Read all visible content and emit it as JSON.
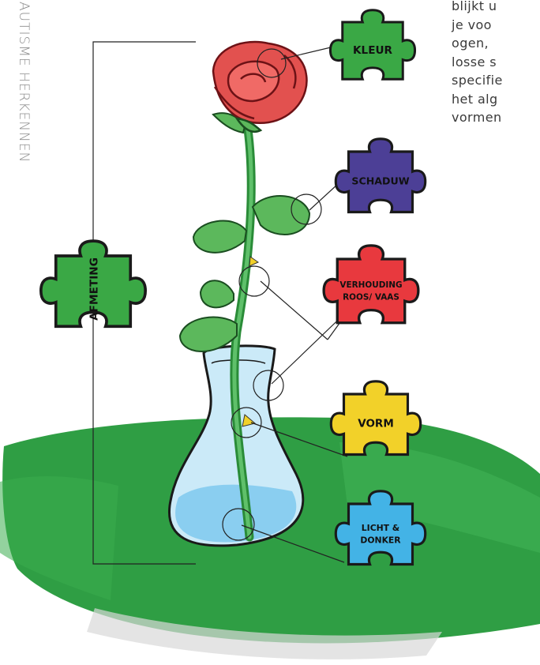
{
  "side_title": "AUTISME HERKENNEN",
  "body_text_lines": [
    "blijkt u",
    "je voo",
    "ogen, ",
    "losse s",
    "specifie",
    "het alg",
    "vormen"
  ],
  "pieces": {
    "kleur": {
      "label": "KLEUR",
      "color": "#3aa845"
    },
    "schaduw": {
      "label": "SCHADUW",
      "color": "#4c3f96"
    },
    "verhouding": {
      "label_line1": "VERHOUDING",
      "label_line2": "ROOS/ VAAS",
      "color": "#e8393e"
    },
    "vorm": {
      "label": "VORM",
      "color": "#f2d129"
    },
    "licht": {
      "label_line1": "LICHT &",
      "label_line2": "DONKER",
      "color": "#43b3e6"
    },
    "afmeting": {
      "label": "AFMETING",
      "color": "#3aa845"
    }
  },
  "colors": {
    "ground_green": "#2f9e44",
    "rose_red": "#e2514f",
    "leaf_green": "#5cb85c",
    "vase_blue": "#bfe3f7"
  },
  "icons": [
    "rose-illustration",
    "glass-vase-illustration",
    "puzzle-piece-icon"
  ]
}
